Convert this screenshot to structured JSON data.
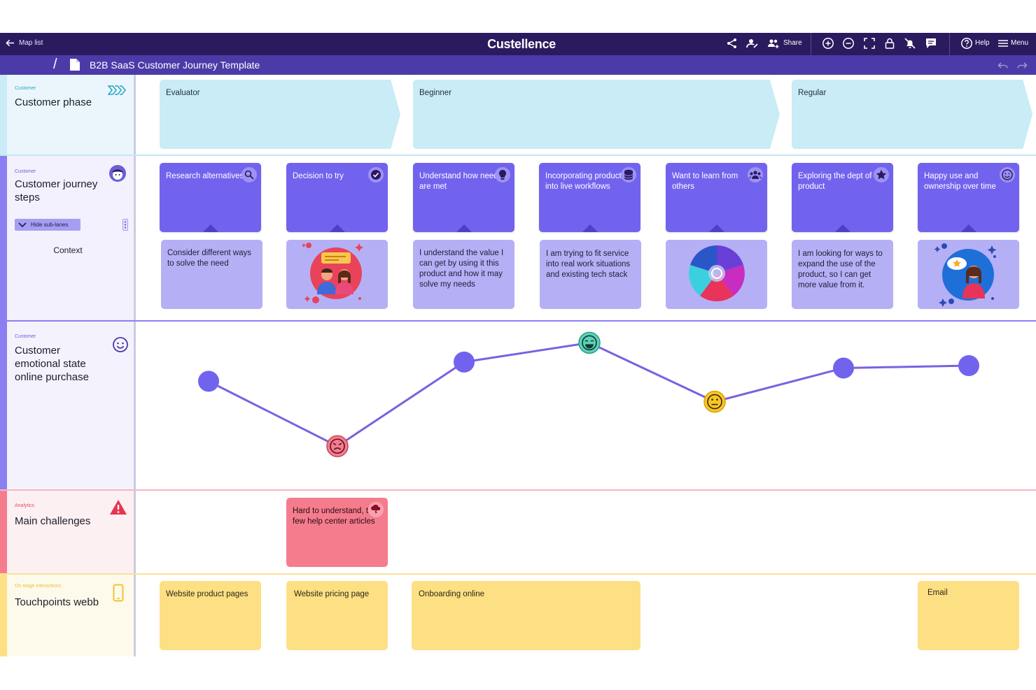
{
  "topbar": {
    "back_label": "Map list",
    "brand": "Custellence",
    "share_label": "Share",
    "help_label": "Help",
    "menu_label": "Menu"
  },
  "titlebar": {
    "slash": "/",
    "title": "B2B SaaS Customer Journey Template"
  },
  "lanes": {
    "phase": {
      "category": "Customer",
      "name": "Customer phase",
      "icon": "chevrons-icon"
    },
    "steps": {
      "category": "Customer",
      "name": "Customer journey steps",
      "icon": "avatar-icon",
      "sublane_toggle": "Hide sub-lanes",
      "sublane_name": "Context"
    },
    "emotion": {
      "category": "Customer",
      "name": "Customer emotional state online purchase",
      "icon": "smiley-icon"
    },
    "challenges": {
      "category": "Analytics",
      "name": "Main challenges",
      "icon": "warning-icon"
    },
    "touchpoints": {
      "category": "On stage interactions",
      "name": "Touchpoints webb",
      "icon": "phone-icon"
    }
  },
  "phases": [
    "Evaluator",
    "Beginner",
    "Regular"
  ],
  "steps": [
    {
      "label": "Research alternatives",
      "icon": "search-icon"
    },
    {
      "label": "Decision to try",
      "icon": "check-icon"
    },
    {
      "label": "Understand how needs are met",
      "icon": "lightbulb-icon"
    },
    {
      "label": "Incorporating product into live workflows",
      "icon": "database-icon"
    },
    {
      "label": "Want to learn from others",
      "icon": "group-icon"
    },
    {
      "label": "Exploring the dept of the product",
      "icon": "star-icon"
    },
    {
      "label": "Happy use and ownership over time",
      "icon": "smiley-icon"
    }
  ],
  "contexts": [
    {
      "text": "Consider different ways to solve the need"
    },
    {
      "text": "",
      "image": "people-chat-illustration"
    },
    {
      "text": "I understand the value I can get by using it this product and how it may solve my needs"
    },
    {
      "text": "I am trying to fit service into real work situations and existing tech stack"
    },
    {
      "text": "",
      "image": "color-wheel-illustration"
    },
    {
      "text": "I am looking for ways to expand the use of the product, so I can get more value from it."
    },
    {
      "text": "",
      "image": "woman-idea-illustration"
    }
  ],
  "emotions": [
    {
      "step": 1,
      "level": 0.62,
      "mood": "neutral"
    },
    {
      "step": 2,
      "level": 0.08,
      "mood": "angry"
    },
    {
      "step": 3,
      "level": 0.78,
      "mood": "neutral"
    },
    {
      "step": 4,
      "level": 0.94,
      "mood": "very-happy"
    },
    {
      "step": 5,
      "level": 0.45,
      "mood": "indifferent"
    },
    {
      "step": 6,
      "level": 0.73,
      "mood": "neutral"
    },
    {
      "step": 7,
      "level": 0.75,
      "mood": "neutral"
    }
  ],
  "challenges": [
    {
      "step": 2,
      "text": "Hard to understand, to few help center articles",
      "icon": "storm-cloud-icon"
    }
  ],
  "touchpoints": [
    {
      "text": "Website product pages"
    },
    {
      "text": "Website pricing page"
    },
    {
      "text": "Onboarding online"
    },
    {
      "text": "Email"
    }
  ],
  "colors": {
    "topbar": "#2b1a5e",
    "titlebar": "#4a3ba8",
    "phase": "#c9ecf6",
    "step": "#7263ee",
    "context": "#b5b0f5",
    "emotion_line": "#7b61e0",
    "challenge": "#f57c8d",
    "touchpoint": "#fde084"
  }
}
